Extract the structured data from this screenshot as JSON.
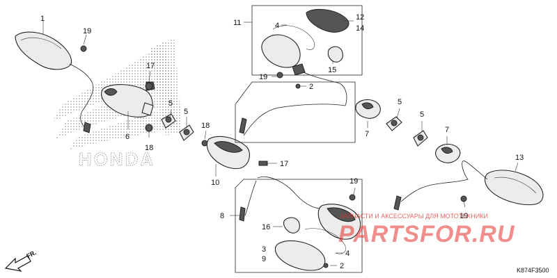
{
  "diagram": {
    "code": "K874F3500",
    "direction_label": "FR.",
    "brand_text": "HONDA",
    "watermark": {
      "tagline": "ЗАПЧАСТИ И АКСЕССУАРЫ ДЛЯ МОТОТЕХНИКИ",
      "logo": "PARTSFOR.RU",
      "color": "#e6322d"
    },
    "callouts": [
      "1",
      "19",
      "17",
      "6",
      "18",
      "5",
      "5",
      "18",
      "10",
      "17",
      "11",
      "4",
      "12",
      "14",
      "15",
      "19",
      "2",
      "7",
      "5",
      "5",
      "7",
      "13",
      "19",
      "19",
      "8",
      "16",
      "3",
      "9",
      "4",
      "2"
    ]
  }
}
